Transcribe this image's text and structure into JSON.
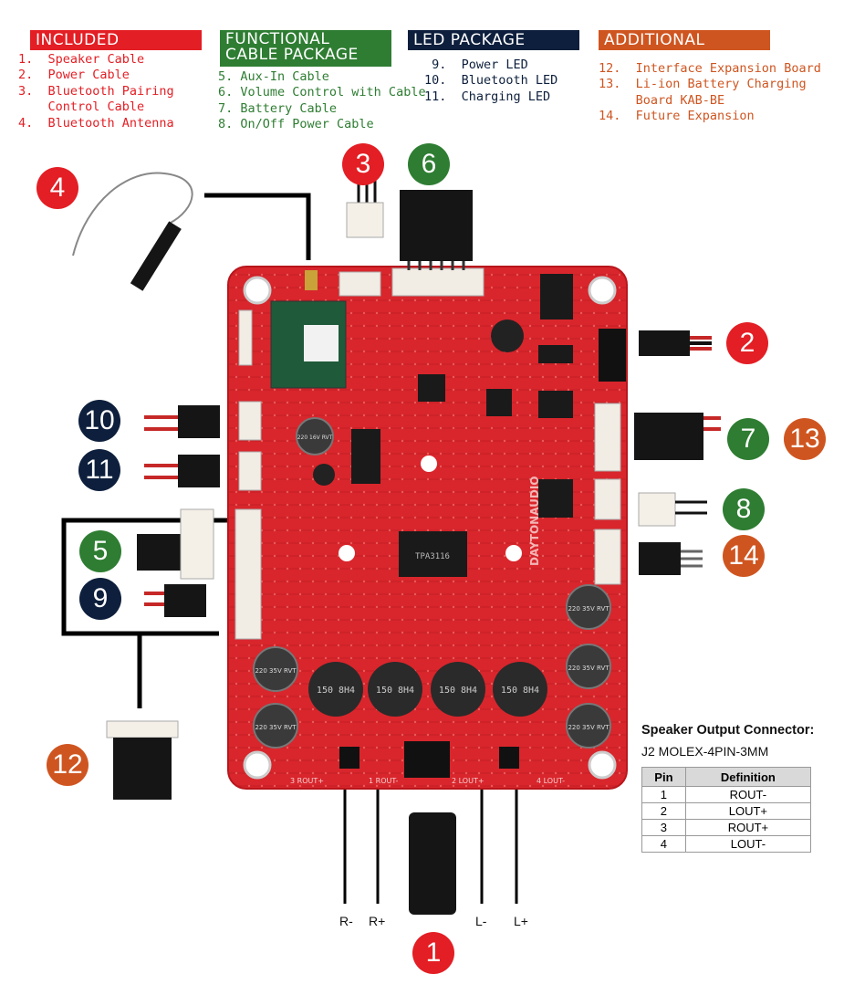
{
  "legend": {
    "included": {
      "title": "INCLUDED",
      "color": "#e31e24",
      "items": [
        "1.  Speaker Cable",
        "2.  Power Cable",
        "3.  Bluetooth Pairing",
        "    Control Cable",
        "4.  Bluetooth Antenna"
      ]
    },
    "functional": {
      "title_line1": "FUNCTIONAL",
      "title_line2": "CABLE PACKAGE",
      "color": "#2e7d32",
      "items": [
        "5. Aux-In Cable",
        "6. Volume Control with Cable",
        "7. Battery Cable",
        "8. On/Off Power Cable"
      ]
    },
    "led": {
      "title": "LED PACKAGE",
      "color": "#0d1f3c",
      "items": [
        " 9.  Power LED",
        "10.  Bluetooth LED",
        "11.  Charging LED"
      ]
    },
    "additional": {
      "title": "ADDITIONAL",
      "color": "#cf5520",
      "items": [
        "12.  Interface Expansion Board",
        "13.  Li-ion Battery Charging",
        "     Board KAB-BE",
        "14.  Future Expansion"
      ]
    }
  },
  "badges": {
    "b1": "1",
    "b2": "2",
    "b3": "3",
    "b4": "4",
    "b5": "5",
    "b6": "6",
    "b7": "7",
    "b8": "8",
    "b9": "9",
    "b10": "10",
    "b11": "11",
    "b12": "12",
    "b13": "13",
    "b14": "14"
  },
  "wire_labels": {
    "r_minus": "R-",
    "r_plus": "R+",
    "l_minus": "L-",
    "l_plus": "L+"
  },
  "board": {
    "brand": "DAYTONAUDIO",
    "chip_label": "TPA3116",
    "inductor_label": "150 8H4",
    "cap_label": "220 35V RVT",
    "cap_small_label": "220 16V RVT",
    "pin_labels": [
      "3 ROUT+",
      "1 ROUT-",
      "2 LOUT+",
      "4 LOUT-"
    ]
  },
  "speaker_connector": {
    "title": "Speaker Output Connector:",
    "subtitle": "J2 MOLEX-4PIN-3MM",
    "headers": [
      "Pin",
      "Definition"
    ],
    "rows": [
      [
        "1",
        "ROUT-"
      ],
      [
        "2",
        "LOUT+"
      ],
      [
        "3",
        "ROUT+"
      ],
      [
        "4",
        "LOUT-"
      ]
    ]
  },
  "colors": {
    "red_badge": "#e31e24",
    "green_badge": "#2e7d32",
    "navy_badge": "#0d1f3c",
    "orange_badge": "#cf5520",
    "pcb": "#d8262c"
  }
}
